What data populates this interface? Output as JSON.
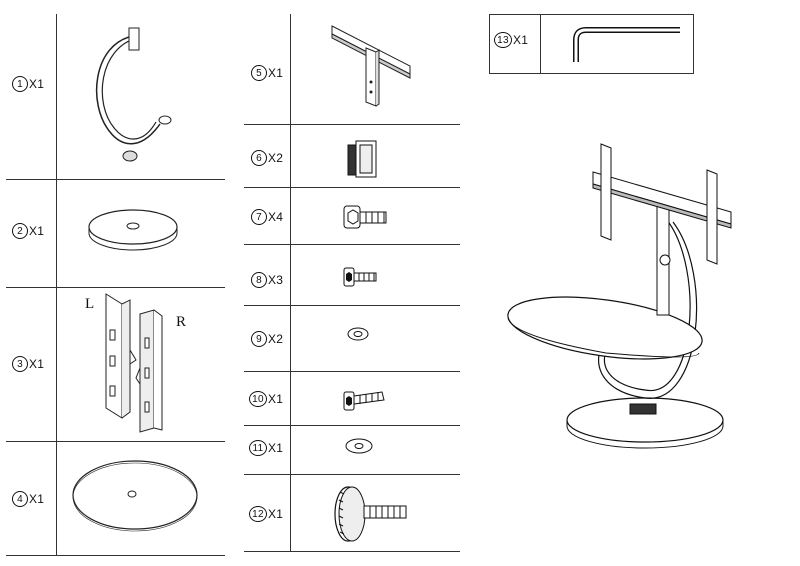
{
  "parts_col1": [
    {
      "num": "1",
      "qty": "X1",
      "name": "c-arm"
    },
    {
      "num": "2",
      "qty": "X1",
      "name": "base-disc"
    },
    {
      "num": "3",
      "qty": "X1",
      "name": "brackets"
    },
    {
      "num": "4",
      "qty": "X1",
      "name": "glass-shelf"
    }
  ],
  "bracket_left_label": "L",
  "bracket_right_label": "R",
  "parts_col2": [
    {
      "num": "5",
      "qty": "X1"
    },
    {
      "num": "6",
      "qty": "X2"
    },
    {
      "num": "7",
      "qty": "X4"
    },
    {
      "num": "8",
      "qty": "X3"
    },
    {
      "num": "9",
      "qty": "X2"
    },
    {
      "num": "10",
      "qty": "X1"
    },
    {
      "num": "11",
      "qty": "X1"
    },
    {
      "num": "12",
      "qty": "X1"
    }
  ],
  "part13": {
    "num": "13",
    "qty": "X1"
  }
}
